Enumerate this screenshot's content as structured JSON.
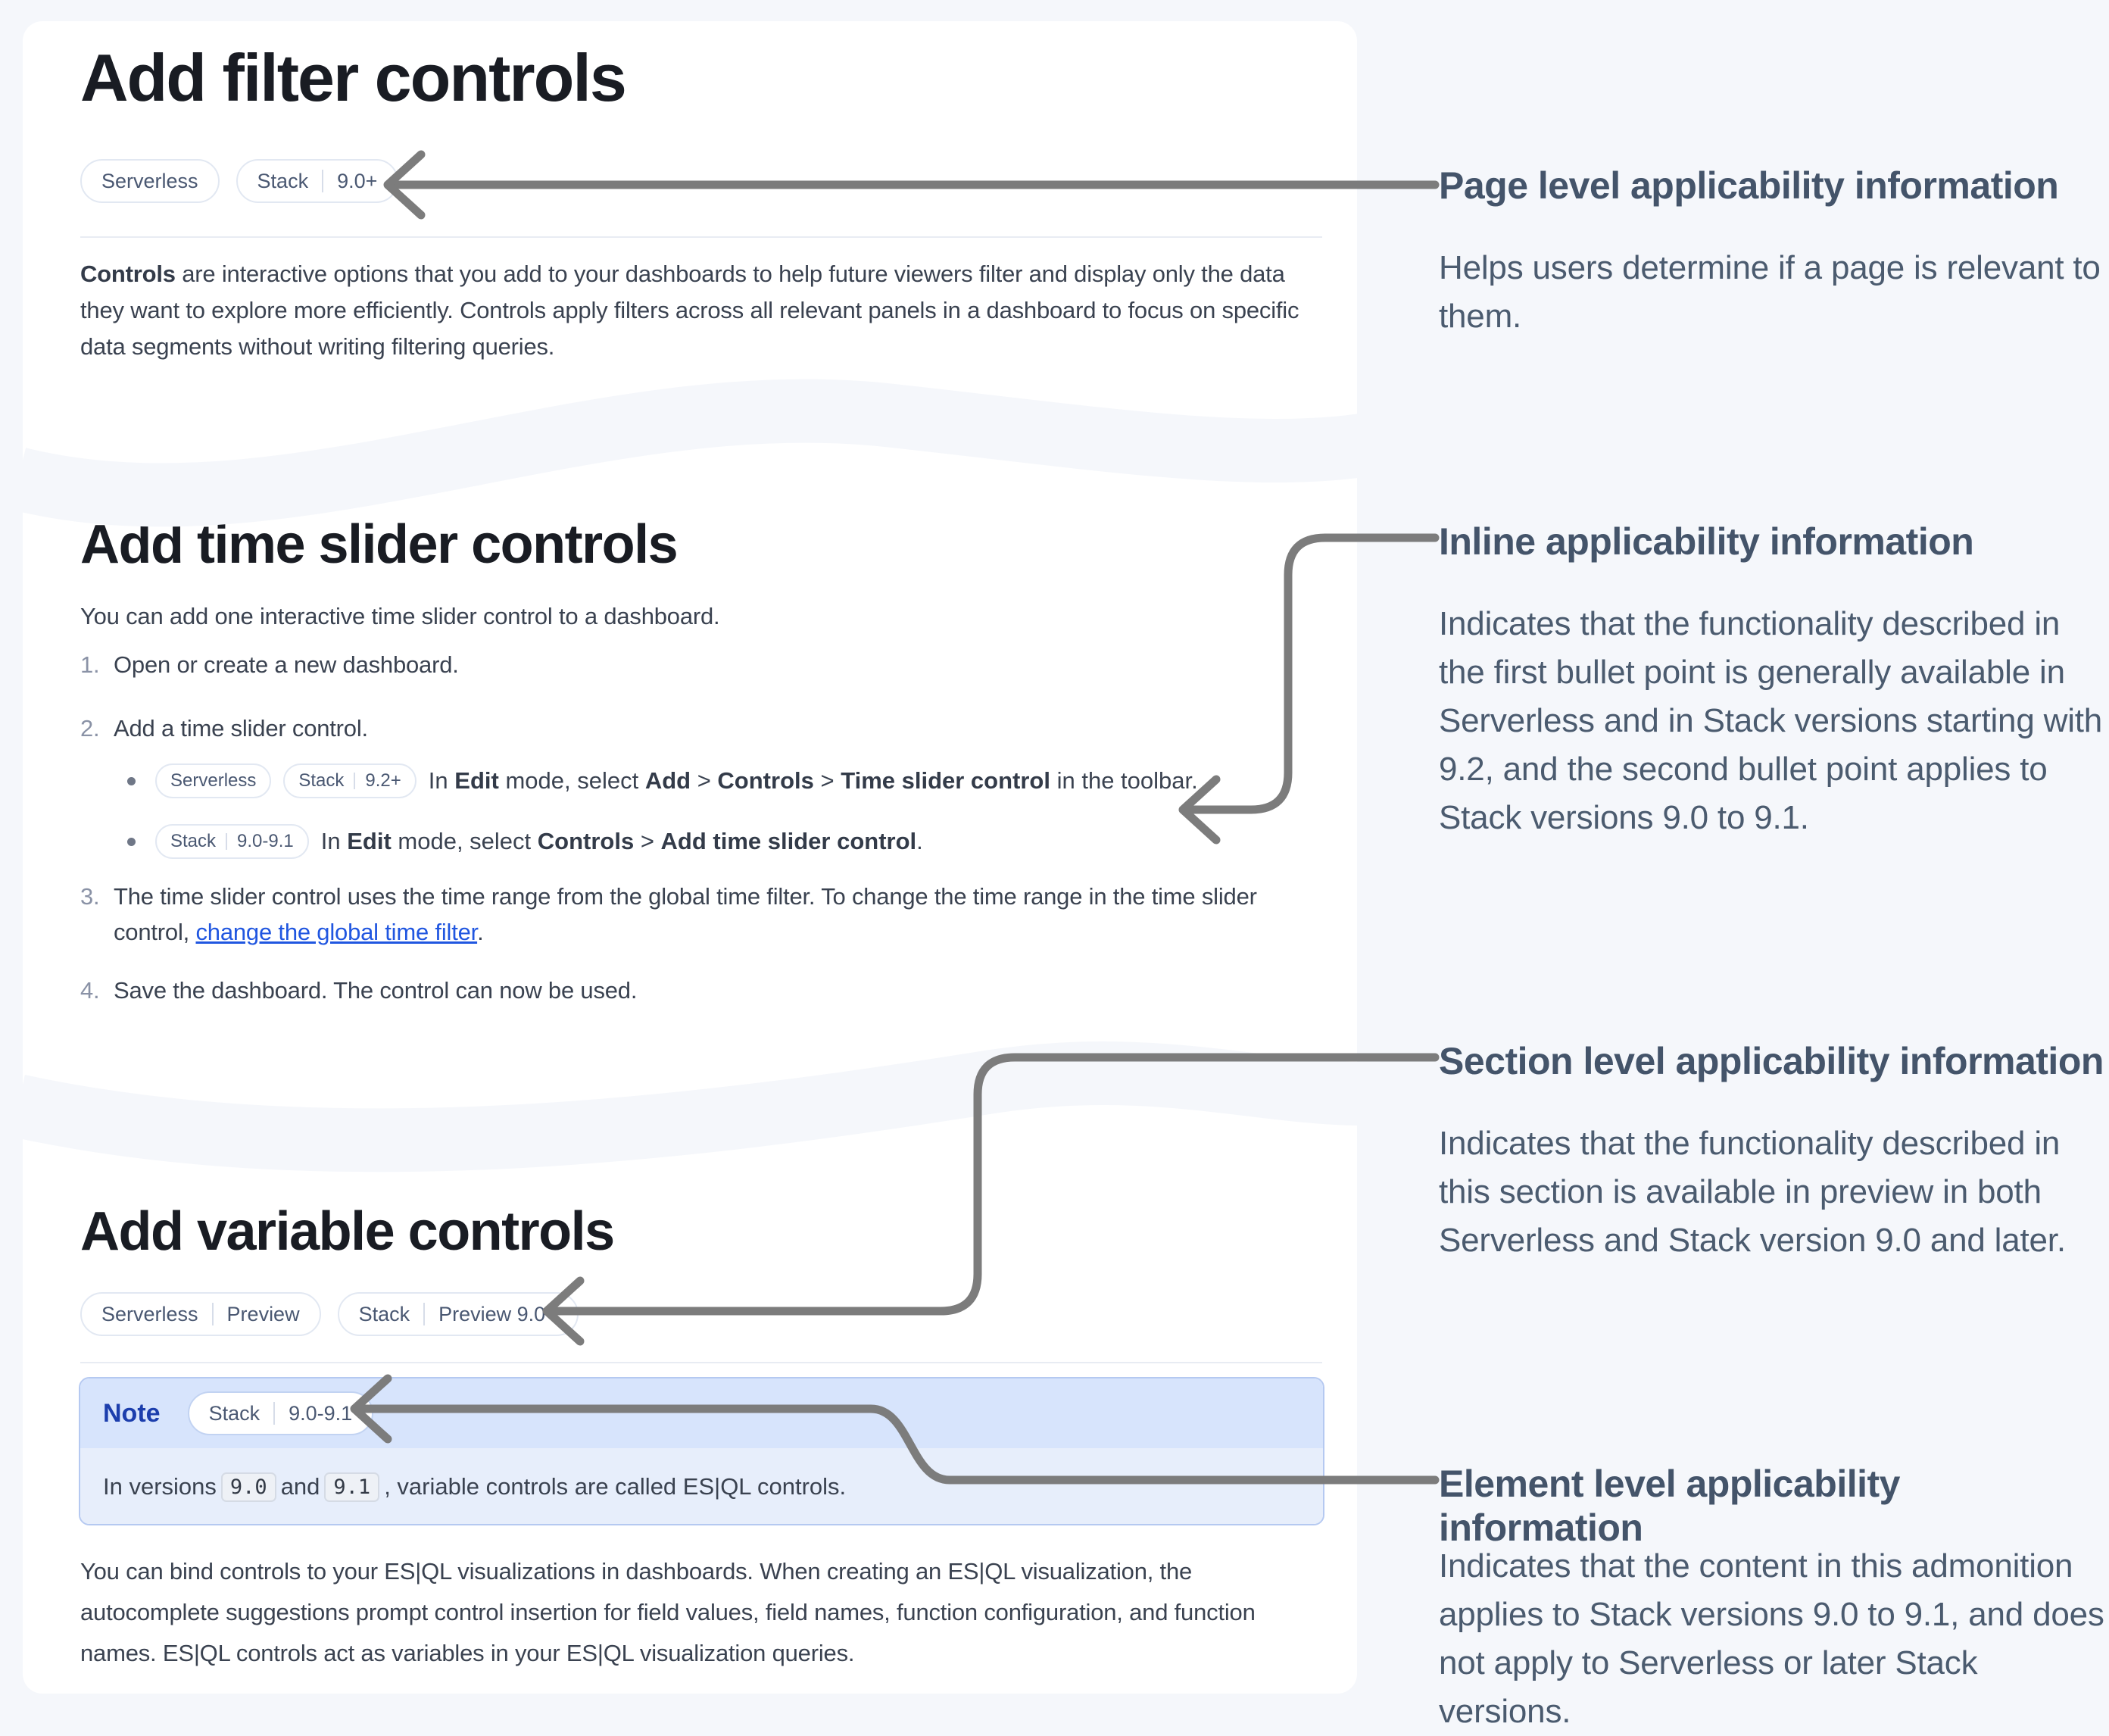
{
  "colors": {
    "page_bg": "#f5f7fb",
    "arrow": "#7c7c7c",
    "link_blue": "#2056e0",
    "note_border": "#b5c9f1",
    "note_header_bg": "#d7e4fc",
    "note_body_bg": "#e7eefb",
    "note_label_blue": "#1c3ead",
    "badge_text": "#4a5872",
    "heading_text": "#191c23",
    "annotation_text": "#4b5b6f"
  },
  "s1": {
    "title": "Add filter controls",
    "badge1": "Serverless",
    "badge2a": "Stack",
    "badge2b": "9.0+",
    "para_b": "Controls",
    "para": " are interactive options that you add to your dashboards to help future viewers filter and display only the data they want to explore more efficiently. Controls apply filters across all relevant panels in a dashboard to focus on specific data segments without writing filtering queries."
  },
  "s2": {
    "title": "Add time slider controls",
    "intro": "You can add one interactive time slider control to a dashboard.",
    "li1n": "1.",
    "li1": "Open or create a new dashboard.",
    "li2n": "2.",
    "li2": "Add a time slider control.",
    "b2a1": "Serverless",
    "b2a2a": "Stack",
    "b2a2b": "9.2+",
    "t2a1": "In ",
    "t2a2": "Edit",
    "t2a3": " mode, select ",
    "t2a4": "Add",
    "t2a5": " > ",
    "t2a6": "Controls",
    "t2a7": " > ",
    "t2a8": "Time slider control",
    "t2a9": " in the toolbar.",
    "b2b1a": "Stack",
    "b2b1b": "9.0-9.1",
    "t2b1": "In ",
    "t2b2": "Edit",
    "t2b3": " mode, select ",
    "t2b4": "Controls",
    "t2b5": " > ",
    "t2b6": "Add time slider control",
    "t2b7": ".",
    "li3n": "3.",
    "li3a": "The time slider control uses the time range from the global time filter. To change the time range in the time slider control, ",
    "li3link": "change the global time filter",
    "li3b": ".",
    "li4n": "4.",
    "li4": "Save the dashboard. The control can now be used."
  },
  "s3": {
    "title": "Add variable controls",
    "b1a": "Serverless",
    "b1b": "Preview",
    "b2a": "Stack",
    "b2b": "Preview 9.0+",
    "note_label": "Note",
    "nba": "Stack",
    "nbb": "9.0-9.1",
    "nt1": "In versions ",
    "nc1": "9.0",
    "nt2": " and ",
    "nc2": "9.1",
    "nt3": ", variable controls are called ES|QL controls.",
    "para": "You can bind controls to your ES|QL visualizations in dashboards. When creating an ES|QL visualization, the autocomplete suggestions prompt control insertion for field values, field names, function configuration, and function names. ES|QL controls act as variables in your ES|QL visualization queries."
  },
  "ann": {
    "a1t": "Page level applicability information",
    "a1b": "Helps users determine if a page is relevant to them.",
    "a2t": "Inline applicability information",
    "a2b": "Indicates that the functionality described in the first bullet point is generally available in Serverless and in Stack versions starting with 9.2, and the second bullet point applies to Stack versions 9.0 to 9.1.",
    "a3t": "Section level applicability information",
    "a3b": "Indicates that the functionality described in this section is available in preview in both Serverless and Stack version 9.0 and later.",
    "a4t": "Element level applicability information",
    "a4b": "Indicates that the content in this admonition applies to Stack versions 9.0 to 9.1, and does not apply to Serverless or later Stack versions."
  }
}
